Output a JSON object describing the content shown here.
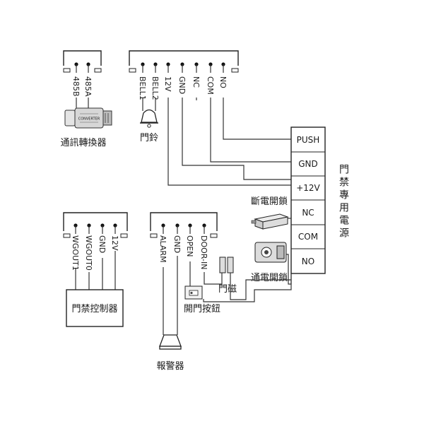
{
  "connectors": {
    "rs485_pins": [
      "485B",
      "485A"
    ],
    "main_pins": [
      "BELL1",
      "BELL2",
      "12V",
      "GND",
      "NC",
      "COM",
      "NO"
    ],
    "wiegand_pins": [
      "WGOUT1",
      "WGOUT0",
      "GND",
      "12V"
    ],
    "alarm_pins": [
      "ALARM",
      "GND",
      "OPEN",
      "DOOR-IN"
    ]
  },
  "devices": {
    "converter": "通訊轉換器",
    "converter_marking": "CONVERTER",
    "door_bell": "門鈴",
    "controller": "門禁控制器",
    "exit_button": "開門按鈕",
    "door_sensor": "門磁",
    "alarm_siren": "報警器",
    "fail_secure_lock": "斷電開鎖",
    "fail_safe_lock": "通電開鎖"
  },
  "power_supply": {
    "title": "門禁專用電源",
    "terminals": [
      "PUSH",
      "GND",
      "+12V",
      "NC",
      "COM",
      "NO"
    ]
  }
}
